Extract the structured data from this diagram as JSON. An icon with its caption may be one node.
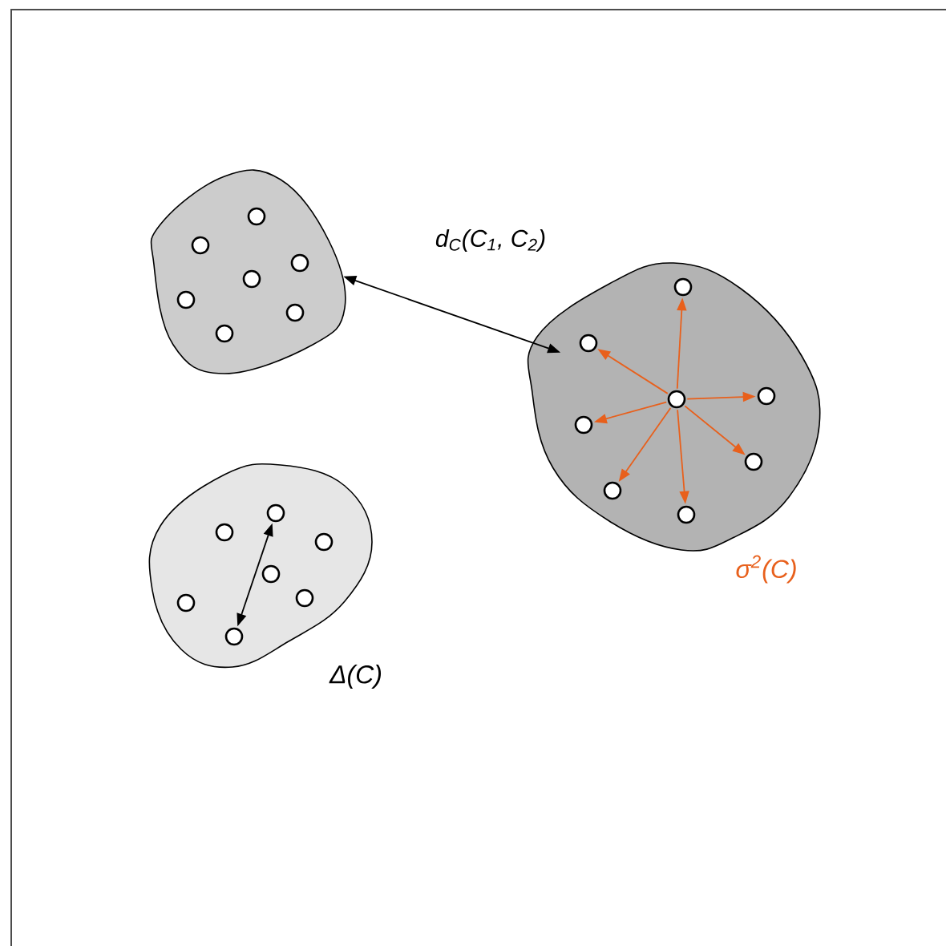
{
  "diagram": {
    "nodes": [
      {
        "text": [],
        "shape": "blob"
      },
      {
        "text": [],
        "shape": "circle",
        "in": 0
      },
      {
        "text": [],
        "shape": "circle",
        "in": 0
      },
      {
        "text": [],
        "shape": "circle",
        "in": 0
      },
      {
        "text": [],
        "shape": "circle",
        "in": 0
      },
      {
        "text": [],
        "shape": "circle",
        "in": 0
      },
      {
        "text": [],
        "shape": "circle",
        "in": 0
      },
      {
        "text": [],
        "shape": "circle",
        "in": 0
      },
      {
        "text": [],
        "shape": "blob",
        "beside": [
          "σ$^{2}$(C)"
        ]
      },
      {
        "text": [],
        "shape": "circle",
        "in": 8
      },
      {
        "text": [],
        "shape": "circle",
        "in": 8
      },
      {
        "text": [],
        "shape": "circle",
        "in": 8
      },
      {
        "text": [],
        "shape": "circle",
        "in": 8
      },
      {
        "text": [],
        "shape": "circle",
        "in": 8
      },
      {
        "text": [],
        "shape": "circle",
        "in": 8
      },
      {
        "text": [],
        "shape": "circle",
        "in": 8
      },
      {
        "text": [],
        "shape": "circle",
        "in": 8
      },
      {
        "text": [],
        "shape": "blob",
        "beside": [
          "Δ(C)"
        ]
      },
      {
        "text": [],
        "shape": "circle",
        "in": 17
      },
      {
        "text": [],
        "shape": "circle",
        "in": 17
      },
      {
        "text": [],
        "shape": "circle",
        "in": 17
      },
      {
        "text": [],
        "shape": "circle",
        "in": 17
      },
      {
        "text": [],
        "shape": "circle",
        "in": 17
      },
      {
        "text": [],
        "shape": "circle",
        "in": 17
      },
      {
        "text": [],
        "shape": "circle",
        "in": 17
      }
    ],
    "edges": [
      {
        "from": 0,
        "to": 8,
        "arrow": "both",
        "label": "d$_{C}$(C$_{1}$, C$_{2}$)",
        "color": "#000000"
      },
      {
        "from": 9,
        "to": 10,
        "arrow": "to",
        "color": "#e8601c"
      },
      {
        "from": 9,
        "to": 11,
        "arrow": "to",
        "color": "#e8601c"
      },
      {
        "from": 9,
        "to": 12,
        "arrow": "to",
        "color": "#e8601c"
      },
      {
        "from": 9,
        "to": 13,
        "arrow": "to",
        "color": "#e8601c"
      },
      {
        "from": 9,
        "to": 14,
        "arrow": "to",
        "color": "#e8601c"
      },
      {
        "from": 9,
        "to": 15,
        "arrow": "to",
        "color": "#e8601c"
      },
      {
        "from": 9,
        "to": 16,
        "arrow": "to",
        "color": "#e8601c"
      },
      {
        "from": 19,
        "to": 24,
        "arrow": "both",
        "color": "#000000"
      }
    ]
  }
}
